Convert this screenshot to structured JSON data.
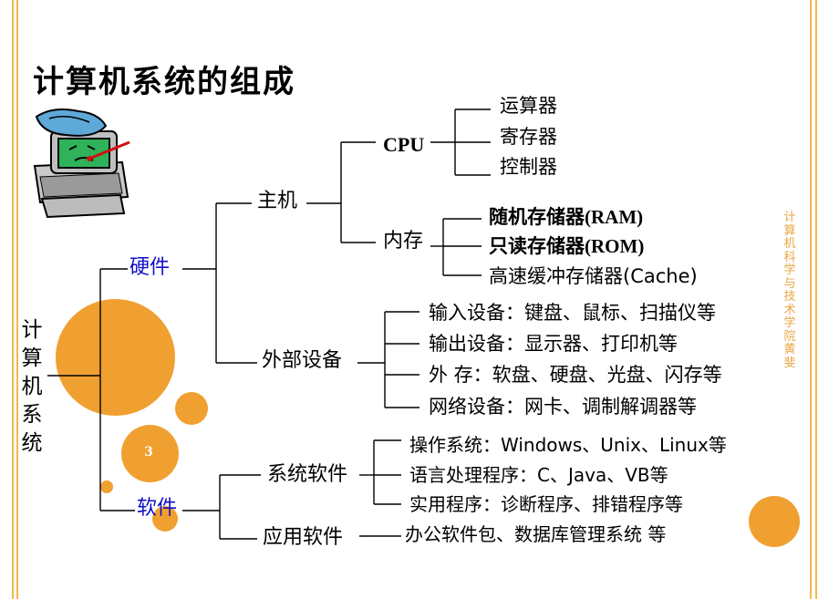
{
  "title": "计算机系统的组成",
  "side_text": "计算机科学与技术学院 黄斐",
  "page_number": "3",
  "root_label": "计算机系统",
  "tree": {
    "hardware": {
      "label": "硬件",
      "host": {
        "label": "主机",
        "cpu": {
          "label": "CPU",
          "items": [
            "运算器",
            "寄存器",
            "控制器"
          ]
        },
        "memory": {
          "label": "内存",
          "items": [
            "随机存储器(RAM)",
            "只读存储器(ROM)",
            "高速缓冲存储器(Cache)"
          ]
        }
      },
      "peripherals": {
        "label": "外部设备",
        "items": [
          "输入设备：键盘、鼠标、扫描仪等",
          "输出设备：显示器、打印机等",
          "外 存：软盘、硬盘、光盘、闪存等",
          "网络设备：网卡、调制解调器等"
        ]
      }
    },
    "software": {
      "label": "软件",
      "system": {
        "label": "系统软件",
        "items": [
          "操作系统：Windows、Unix、Linux等",
          "语言处理程序：C、Java、VB等",
          "实用程序：诊断程序、排错程序等"
        ]
      },
      "application": {
        "label": "应用软件",
        "item": "办公软件包、数据库管理系统 等"
      }
    }
  },
  "colors": {
    "accent_orange": "#f0a030",
    "frame_line": "#f2b94a",
    "software_hardware_text": "#1010c8",
    "side_text": "#e8a640"
  }
}
